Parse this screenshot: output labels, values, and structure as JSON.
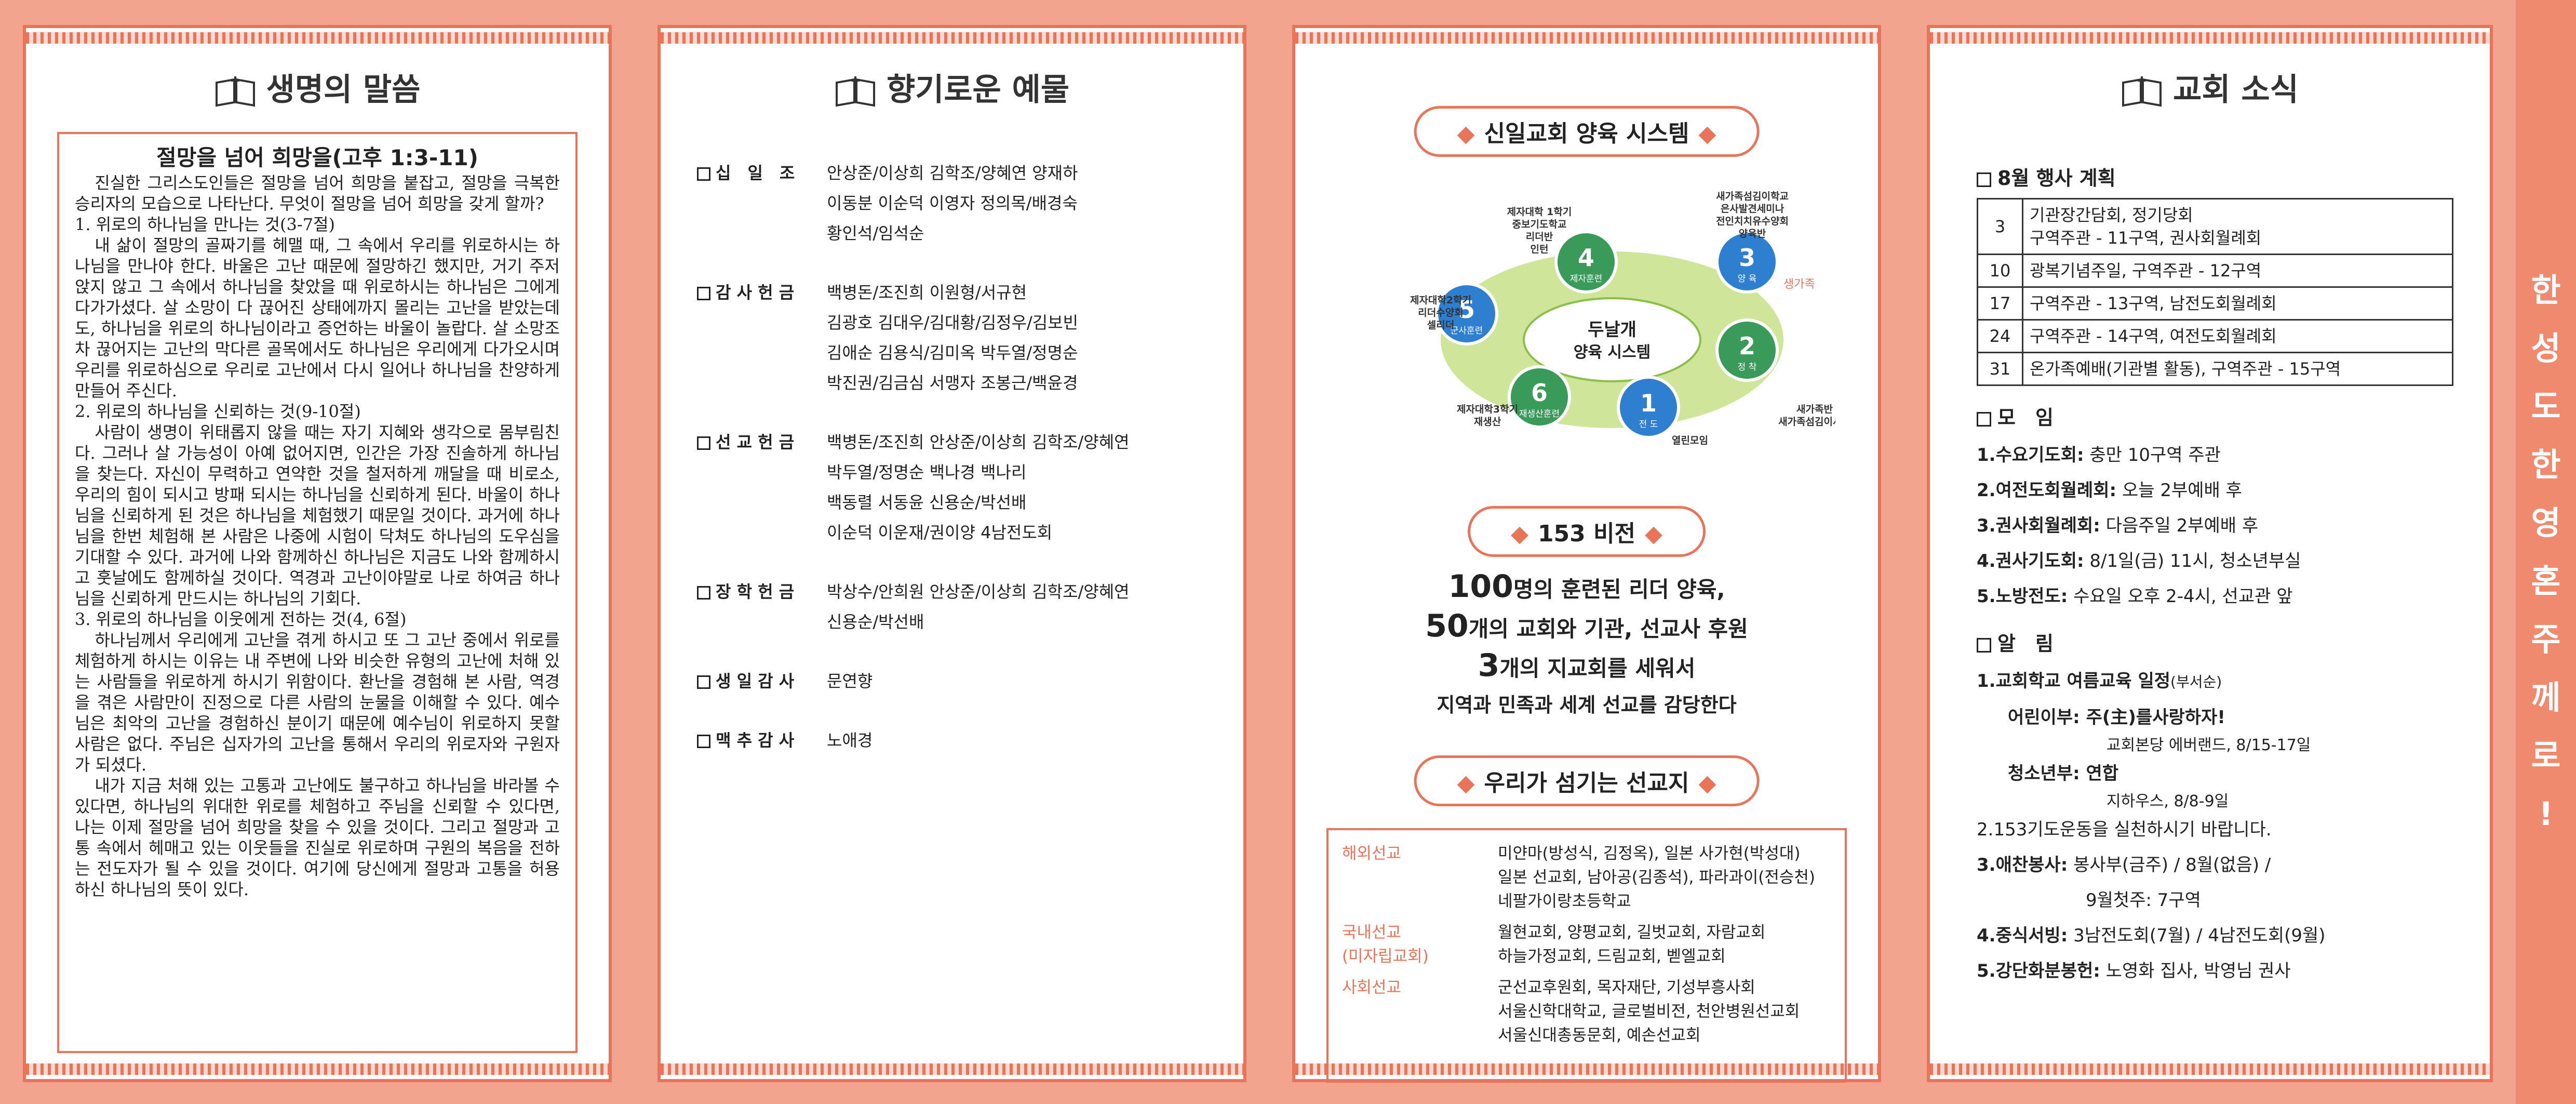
{
  "panel1": {
    "title": "생명의 말씀",
    "sermon_title": "절망을 넘어 희망을(고후 1:3-11)",
    "paragraphs": [
      {
        "type": "p",
        "text": "진실한 그리스도인들은 절망을 넘어 희망을 붙잡고, 절망을 극복한 승리자의 모습으로 나타난다. 무엇이 절망을 넘어 희망을 갖게 할까?"
      },
      {
        "type": "head",
        "text": "1. 위로의 하나님을 만나는 것(3-7절)"
      },
      {
        "type": "p",
        "text": "내 삶이 절망의 골짜기를 헤맬 때, 그 속에서 우리를 위로하시는 하나님을 만나야 한다. 바울은 고난 때문에 절망하긴 했지만, 거기 주저앉지 않고 그 속에서 하나님을 찾았을 때 위로하시는 하나님은 그에게 다가가셨다. 살 소망이 다 끊어진 상태에까지 몰리는 고난을 받았는데도, 하나님을 위로의 하나님이라고 증언하는 바울이 놀랍다. 살 소망조차 끊어지는 고난의 막다른 골목에서도 하나님은 우리에게 다가오시며 우리를 위로하심으로 우리로 고난에서 다시 일어나 하나님을 찬양하게 만들어 주신다."
      },
      {
        "type": "head",
        "text": "2. 위로의 하나님을 신뢰하는 것(9-10절)"
      },
      {
        "type": "p",
        "text": "사람이 생명이 위태롭지 않을 때는 자기 지혜와 생각으로 몸부림친다. 그러나 살 가능성이 아예 없어지면, 인간은 가장 진솔하게 하나님을 찾는다. 자신이 무력하고 연약한 것을 철저하게 깨달을 때 비로소, 우리의 힘이 되시고 방패 되시는 하나님을 신뢰하게 된다. 바울이 하나님을 신뢰하게 된 것은 하나님을 체험했기 때문일 것이다. 과거에 하나님을 한번 체험해 본 사람은 나중에 시험이 닥쳐도 하나님의 도우심을 기대할 수 있다. 과거에 나와 함께하신 하나님은 지금도 나와 함께하시고 훗날에도 함께하실 것이다. 역경과 고난이야말로 나로 하여금 하나님을 신뢰하게 만드시는 하나님의 기회다."
      },
      {
        "type": "head",
        "text": "3. 위로의 하나님을 이웃에게 전하는 것(4, 6절)"
      },
      {
        "type": "p",
        "text": "하나님께서 우리에게 고난을 겪게 하시고 또 그 고난 중에서 위로를 체험하게 하시는 이유는 내 주변에 나와 비슷한 유형의 고난에 처해 있는 사람들을 위로하게 하시기 위함이다. 환난을 경험해 본 사람, 역경을 겪은 사람만이 진정으로 다른 사람의 눈물을 이해할 수 있다. 예수님은 최악의 고난을 경험하신 분이기 때문에 예수님이 위로하지 못할 사람은 없다. 주님은 십자가의 고난을 통해서 우리의 위로자와 구원자가 되셨다."
      },
      {
        "type": "p",
        "text": "내가 지금 처해 있는 고통과 고난에도 불구하고 하나님을 바라볼 수 있다면, 하나님의 위대한 위로를 체험하고 주님을 신뢰할 수 있다면, 나는 이제 절망을 넘어 희망을 찾을 수 있을 것이다. 그리고 절망과 고통 속에서 헤매고 있는 이웃들을 진실로 위로하며 구원의 복음을 전하는 전도자가 될 수 있을 것이다. 여기에 당신에게 절망과 고통을 허용하신 하나님의 뜻이 있다."
      }
    ]
  },
  "panel2": {
    "title": "향기로운 예물",
    "offerings": [
      {
        "label": "십　일　조",
        "lines": [
          "안상준/이상희 김학조/양혜연 양재하",
          "이동분 이순덕 이영자 정의목/배경숙",
          "황인석/임석순"
        ]
      },
      {
        "label": "감 사 헌 금",
        "lines": [
          "백병돈/조진희 이원형/서규현",
          "김광호 김대우/김대황/김정우/김보빈",
          "김애순 김용식/김미옥 박두열/정명순",
          "박진권/김금심 서맹자 조봉근/백윤경"
        ]
      },
      {
        "label": "선 교 헌 금",
        "lines": [
          "백병돈/조진희 안상준/이상희 김학조/양혜연",
          "박두열/정명순 백나경 백나리",
          "백동렬 서동윤 신용순/박선배",
          "이순덕 이운재/권이양 4남전도회"
        ]
      },
      {
        "label": "장 학 헌 금",
        "lines": [
          "박상수/안희원 안상준/이상희 김학조/양혜연",
          "신용순/박선배"
        ]
      },
      {
        "label": "생 일 감 사",
        "lines": [
          "문연향"
        ]
      },
      {
        "label": "맥 추 감 사",
        "lines": [
          "노애경"
        ]
      }
    ]
  },
  "panel3": {
    "system_title": "신일교회 양육 시스템",
    "center_label": "두날개\n양육 시스템",
    "center_line1": "두날개",
    "center_line2": "양육 시스템",
    "steps": [
      {
        "num": "1",
        "name": "전 도",
        "desc": "열린모임"
      },
      {
        "num": "2",
        "name": "정 착",
        "desc": "새가족반\n새가족섬김이사역"
      },
      {
        "num": "3",
        "name": "양 육",
        "desc": "새가족섬김이학교\n은사발견세미나\n전인치치유수양회\n양육반"
      },
      {
        "num": "4",
        "name": "제자훈련",
        "desc": "제자대학 1학기\n중보기도학교\n리더반\n인턴"
      },
      {
        "num": "5",
        "name": "군사훈련",
        "desc": "제자대학2학기\n리더수양회\n셀리더"
      },
      {
        "num": "6",
        "name": "재생산훈련",
        "desc": "제자대학3학기\n재생산"
      }
    ],
    "step_extra": "생가족",
    "vision_title": "153 비전",
    "vision_lines": [
      {
        "bold": "100",
        "rest": "명의 훈련된 리더 양육,"
      },
      {
        "bold": "50",
        "rest": "개의 교회와 기관, 선교사 후원"
      },
      {
        "bold": "3",
        "rest": "개의 지교회를 세워서"
      },
      {
        "bold": "",
        "rest": "지역과 민족과 세계 선교를 감당한다"
      }
    ],
    "mission_title": "우리가 섬기는 선교지",
    "missions": [
      {
        "label": "해외선교",
        "lines": [
          "미얀마(방성식, 김정옥), 일본 사가현(박성대)",
          "일본 선교회, 남아공(김종석), 파라과이(전승천)",
          "네팔가이랑초등학교"
        ]
      },
      {
        "label": "국내선교\n(미자립교회)",
        "label1": "국내선교",
        "label2": "(미자립교회)",
        "lines": [
          "월현교회, 양평교회, 길벗교회, 자람교회",
          "하늘가정교회, 드림교회, 벧엘교회"
        ]
      },
      {
        "label": "사회선교",
        "lines": [
          "군선교후원회, 목자재단, 기성부흥사회",
          "서울신학대학교, 글로벌비전, 천안병원선교회",
          "서울신대총동문회, 예손선교회"
        ]
      }
    ]
  },
  "panel4": {
    "title": "교회 소식",
    "events_title": "8월 행사 계획",
    "events": [
      {
        "day": "3",
        "lines": [
          "기관장간담회, 정기당회",
          "구역주관 - 11구역, 권사회월례회"
        ]
      },
      {
        "day": "10",
        "lines": [
          "광복기념주일, 구역주관 - 12구역"
        ]
      },
      {
        "day": "17",
        "lines": [
          "구역주관 - 13구역, 남전도회월례회"
        ]
      },
      {
        "day": "24",
        "lines": [
          "구역주관 - 14구역, 여전도회월례회"
        ]
      },
      {
        "day": "31",
        "lines": [
          "온가족예배(기관별 활동), 구역주관 - 15구역"
        ]
      }
    ],
    "meetings_title": "모　임",
    "meetings": [
      {
        "key": "1.수요기도회:",
        "val": " 충만 10구역 주관"
      },
      {
        "key": "2.여전도회월례회:",
        "val": " 오늘 2부예배 후"
      },
      {
        "key": "3.권사회월례회:",
        "val": " 다음주일 2부예배 후"
      },
      {
        "key": "4.권사기도회:",
        "val": " 8/1일(금) 11시, 청소년부실"
      },
      {
        "key": "5.노방전도:",
        "val": " 수요일 오후 2-4시, 선교관 앞"
      }
    ],
    "notices_title": "알　림",
    "notice1_key": "1.교회학교 여름교육 일정",
    "notice1_sub": "(부서순)",
    "notice1_a_key": "어린이부:",
    "notice1_a_val": " 주(主)를사랑하자!",
    "notice1_a_detail": "교회본당 에버랜드, 8/15-17일",
    "notice1_b_key": "청소년부:",
    "notice1_b_val": " 연합",
    "notice1_b_detail": "지하우스, 8/8-9일",
    "notice2": "2.153기도운동을 실천하시기 바랍니다.",
    "notice3_key": "3.애찬봉사:",
    "notice3_val": " 봉사부(금주) / 8월(없음) /",
    "notice3_val2": "9월첫주: 7구역",
    "notice4_key": "4.중식서빙:",
    "notice4_val": " 3남전도회(7월) / 4남전도회(9월)",
    "notice5_key": "5.강단화분봉헌:",
    "notice5_val": " 노영화 집사, 박영님 권사"
  },
  "side_tab": [
    "한",
    "성",
    "도",
    "한",
    "영",
    "혼",
    "주",
    "께",
    "로",
    "!"
  ],
  "colors": {
    "accent": "#e8745a",
    "frame": "#f3a48e",
    "tab": "#f08a6f",
    "step_blue": "#2f7fd0",
    "step_green": "#3a9a5a",
    "ring": "#cfe59a"
  }
}
